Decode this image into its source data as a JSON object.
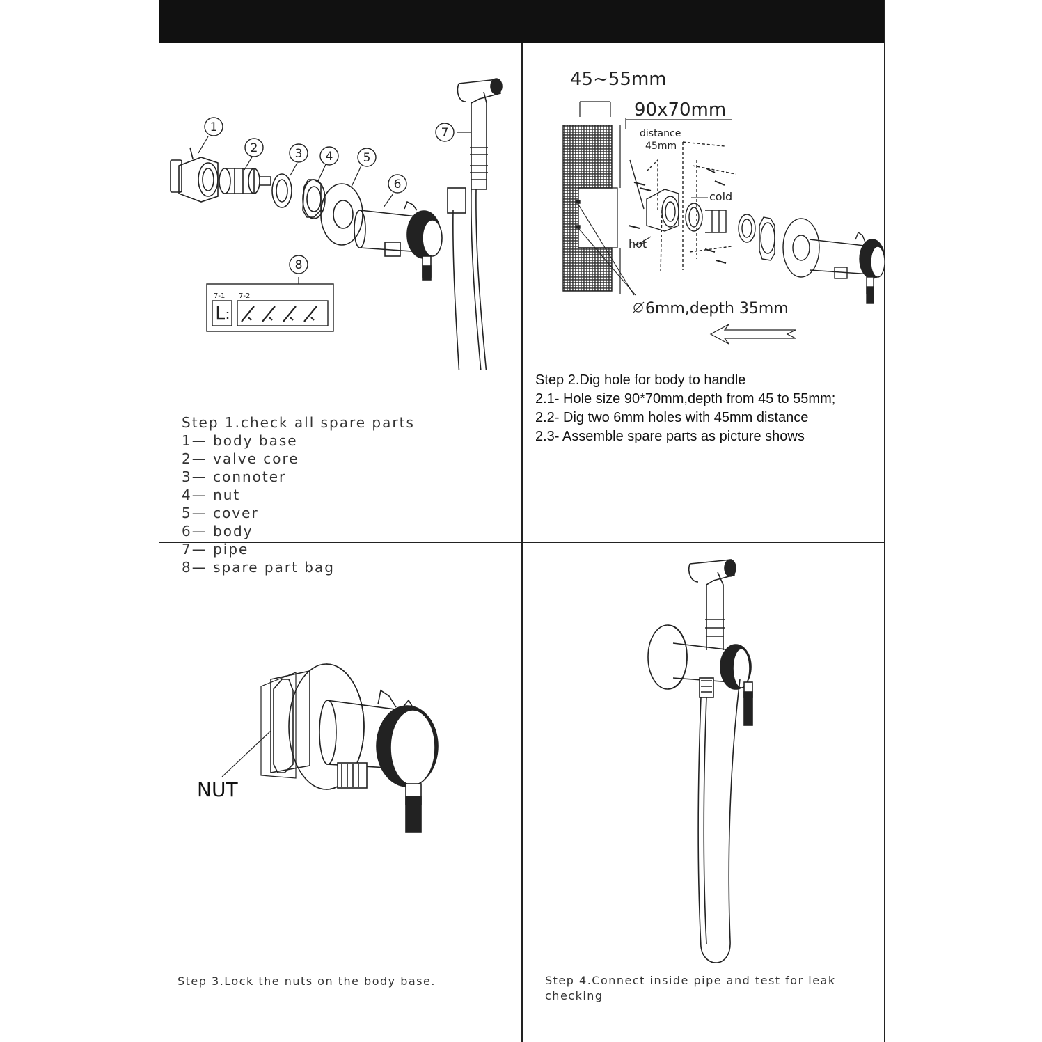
{
  "step1": {
    "title": "Step 1.check all spare parts",
    "items": [
      "1— body base",
      "2— valve core",
      "3— connoter",
      "4— nut",
      "5— cover",
      "6— body",
      "7— pipe",
      "8— spare part bag"
    ],
    "callouts": [
      "1",
      "2",
      "3",
      "4",
      "5",
      "6",
      "7",
      "8"
    ],
    "bag_labels": [
      "7-1",
      "7-2"
    ]
  },
  "step2": {
    "title": "Step 2.Dig hole for body to handle",
    "lines": [
      "2.1- Hole size 90*70mm,depth from 45 to 55mm;",
      "2.2- Dig two 6mm holes with 45mm distance",
      "2.3- Assemble spare parts as picture shows"
    ],
    "dim_depth": "45~55mm",
    "dim_hole": "90x70mm",
    "distance_label": "distance",
    "distance_value": "45mm",
    "cold": "cold",
    "hot": "hot",
    "drill": "6mm,depth 35mm"
  },
  "step3": {
    "title": "Step 3.Lock the nuts on the body base.",
    "nut_label": "NUT"
  },
  "step4": {
    "title": "Step 4.Connect inside pipe and test for leak checking"
  }
}
